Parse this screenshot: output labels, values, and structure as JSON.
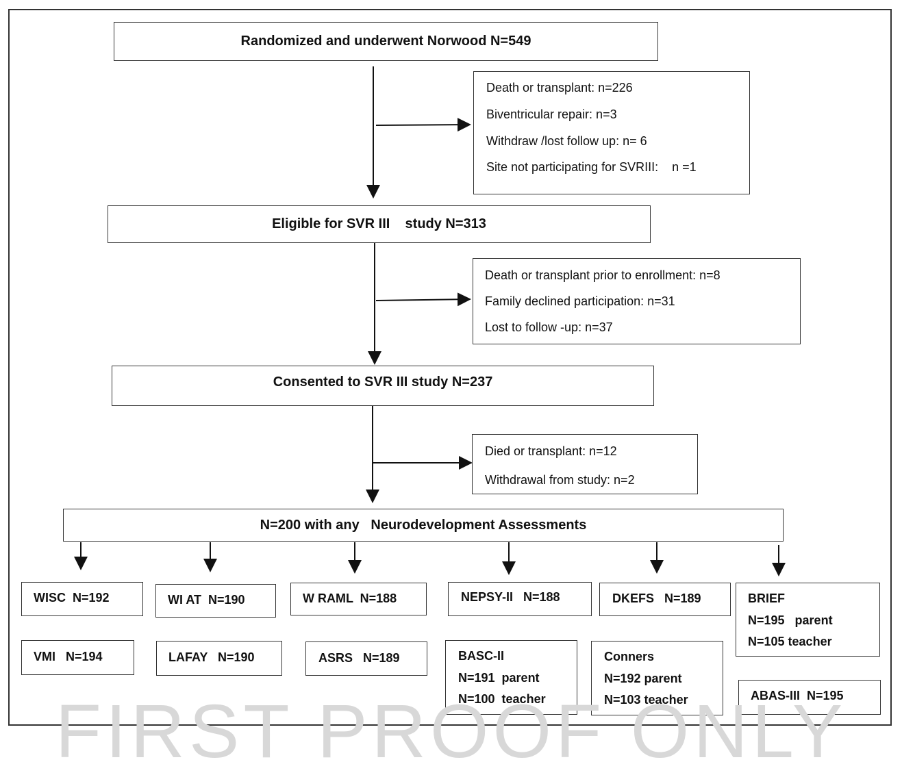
{
  "main_boxes": {
    "norwood": "Randomized and underwent Norwood N=549",
    "eligible": "Eligible for SVR III    study N=313",
    "consented": "Consented to SVR III study N=237",
    "assessed": "N=200 with any   Neurodevelopment Assessments"
  },
  "exclusions_1": [
    "Death or transplant: n=226",
    "Biventricular repair: n=3",
    "Withdraw /lost follow up: n= 6",
    "Site not participating for SVRIII:    n =1"
  ],
  "exclusions_2": [
    "Death or transplant prior to enrollment: n=8",
    "Family declined participation: n=31",
    "Lost to follow -up: n=37"
  ],
  "exclusions_3": [
    "Died or transplant: n=12",
    "Withdrawal from study: n=2"
  ],
  "assessments": {
    "wisc": "WISC  N=192",
    "wiat": "WI AT  N=190",
    "wraml": "W RAML  N=188",
    "nepsy": "NEPSY-II   N=188",
    "dkefs": "DKEFS   N=189",
    "brief": [
      "BRIEF",
      "N=195   parent",
      "N=105 teacher"
    ],
    "vmi": "VMI   N=194",
    "lafay": "LAFAY   N=190",
    "asrs": "ASRS   N=189",
    "basc": [
      "BASC-II",
      "N=191  parent",
      "N=100  teacher"
    ],
    "conners": [
      "Conners",
      "N=192 parent",
      "N=103 teacher"
    ],
    "abas": "ABAS-III  N=195"
  },
  "watermark": "FIRST PROOF ONLY"
}
